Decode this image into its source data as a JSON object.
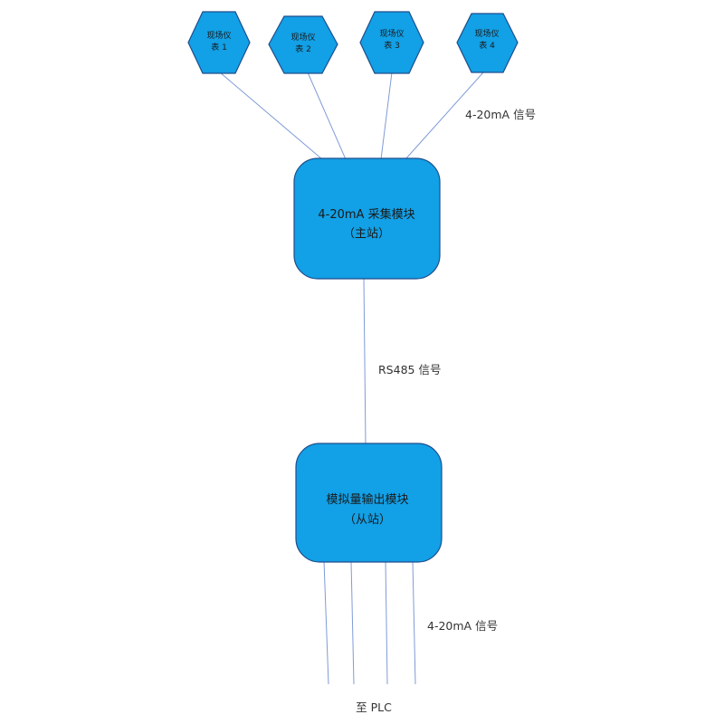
{
  "instruments": [
    {
      "line1": "现场仪",
      "line2": "表 1"
    },
    {
      "line1": "现场仪",
      "line2": "表 2"
    },
    {
      "line1": "现场仪",
      "line2": "表 3"
    },
    {
      "line1": "现场仪",
      "line2": "表 4"
    }
  ],
  "master_module": {
    "line1": "4-20mA 采集模块",
    "line2": "（主站）"
  },
  "slave_module": {
    "line1": "模拟量输出模块",
    "line2": "（从站）"
  },
  "labels": {
    "signal_top": "4-20mA 信号",
    "signal_middle": "RS485 信号",
    "signal_bottom": "4-20mA 信号",
    "destination": "至 PLC"
  },
  "colors": {
    "node_fill": "#12A0E6",
    "node_stroke": "#1F4E8C",
    "line": "#7F9BD6"
  }
}
